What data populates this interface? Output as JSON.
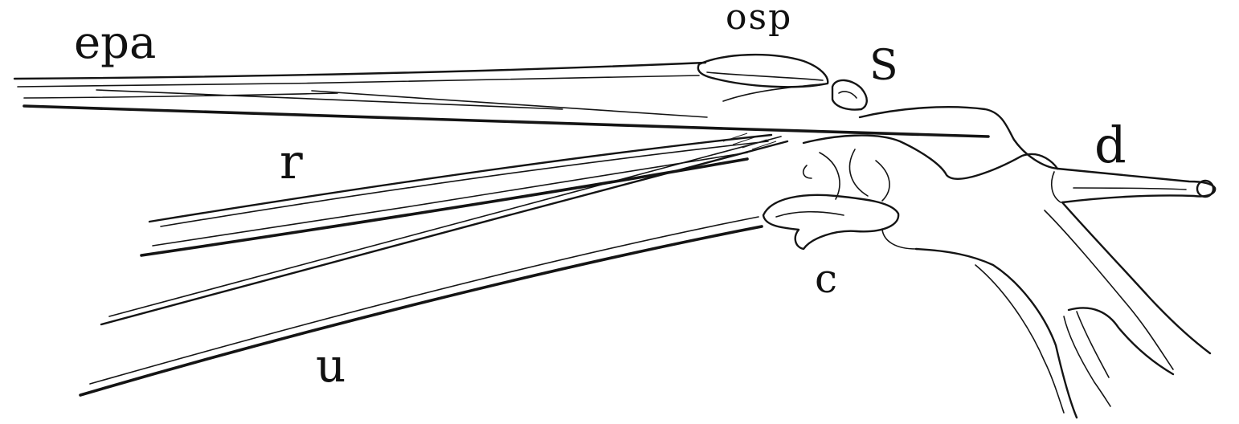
{
  "labels": {
    "epa": "epa",
    "osp": "osp",
    "S": "S",
    "d": "d",
    "r": "r",
    "c": "c",
    "u": "u"
  },
  "colors": {
    "ink": "#141414",
    "paper": "#ffffff"
  }
}
